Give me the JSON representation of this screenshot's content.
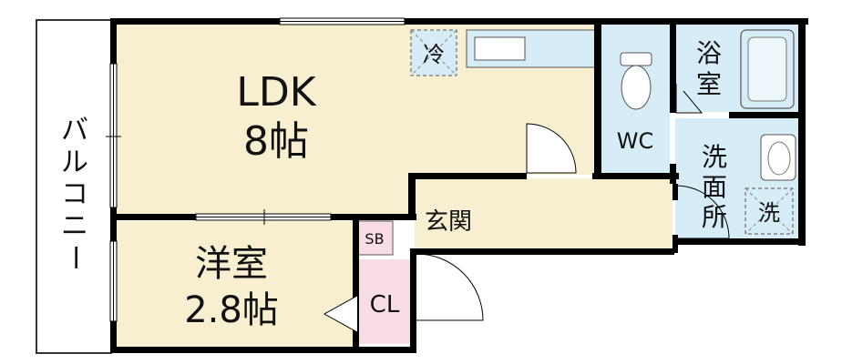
{
  "rooms": {
    "ldk_name": "LDK",
    "ldk_size": "8帖",
    "western_name": "洋室",
    "western_size": "2.8帖",
    "closet": "CL",
    "shoe_box": "SB",
    "entrance": "玄関",
    "toilet": "WC",
    "bath_line1": "浴",
    "bath_line2": "室",
    "wash_line1": "洗",
    "wash_line2": "面",
    "wash_line3": "所",
    "fridge": "冷",
    "washer": "洗",
    "balcony": [
      "バ",
      "ル",
      "コ",
      "ニ",
      "ー"
    ]
  },
  "colors": {
    "ldk_fill": "#f7efcf",
    "wet_fill": "#d6ecf7",
    "closet_fill": "#f9dde6",
    "wall": "#000000"
  }
}
